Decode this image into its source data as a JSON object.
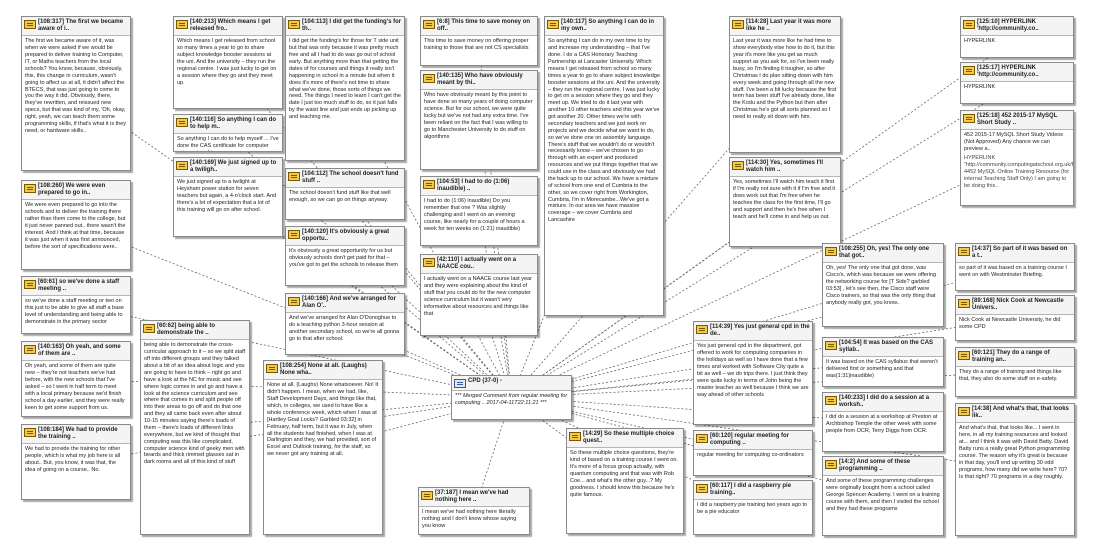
{
  "hub": {
    "title": "CPD (37-0) -",
    "body": "*** Merged Comment from regular meeting for computing .. 2017-04-11T22:11:21 ***"
  },
  "notes": [
    {
      "id": "n1",
      "title": "[108:317] The first we became aware of i..",
      "body": "The first we became aware of it, was when we were asked if we would be prepared to deliver training to Computer, IT, or Maths teachers from the local schools? You know, because, obviously, this, this change in curriculum, wasn't going to affect us at all, it didn't affect the BTECS, that was just going to come to you the way it did. Obviously, there, they've rewritten, and reissued new specs, but that was kind of my, 'Oh, okay, right, yeah, we can teach them some programming skills, if that's what it is they need, or hardware skills.."
    },
    {
      "id": "n2",
      "title": "[108:260] We were even prepared to go in..",
      "body": "We were even prepared to go into the schools and to deliver the training there rather than them come to the college, but it just never panned out.. there wasn't the interest. And I think at that time, because it was just when it was first announced, before the sort of specifications were.."
    },
    {
      "id": "n3",
      "title": "[60:61] so we've done a staff meeting ..",
      "body": "so we've done a staff meeting or two on this just to be able to give all staff a base level of understanding and being able to demonstrate in the primary sector"
    },
    {
      "id": "n4",
      "title": "[140:163] Oh yeah, and some of them are ..",
      "body": "Oh yeah, and some of them are quite new – they're not teachers we've had before, with the new schools that I've asked – so I went in half term to meet with a local primary because we'd finish school a day earlier, and they were really keen to get some support from us."
    },
    {
      "id": "n5",
      "title": "[108:184] We had to provide the training ..",
      "body": "We had to provide the training for other people, which is what my job here is all about.. But, you know, it was that, the idea of going on a course.. No."
    },
    {
      "id": "n6",
      "title": "[140:213] Which means I get released fro..",
      "body": "Which means I get released from school so many times a year to go to share subject knowledge booster sessions at the uni. And the university – they run the regional centre. I was just lucky to get on a session where they go and they meet up."
    },
    {
      "id": "n7",
      "title": "[140:116] So anything I can do to help m..",
      "body": "So anything I can do to help myself ... I've done the CAS certificate for computer science teaching."
    },
    {
      "id": "n8",
      "title": "[140:169] We just signed up to a twiligh..",
      "body": "We just signed up to a twilight at Heysham power station for seven teachers but again, a 4-o'clock start. And there's a lot of expectation that a lot of this training will go on after school."
    },
    {
      "id": "n9",
      "title": "[60:62] being able to demonstrate the ..",
      "body": "being able to demonstrate the cross-curricular approach to it – so we split staff off into different groups and they talked about a bit of an idea about logic and you are going to have to think – right go and have a look at the NC for music and see where logic comes in and go and have a look at the science curriculum and see where that comes in and split people off into their areas to go off and do that one and they all came back even after about 10-15 minutes saying there's loads of them – there's loads of different links everywhere, but we kind of thought that computing was this like complicated, computer science kind of geeky men with beards and thick rimmed glasses sat in dark rooms and all of this kind of stuff"
    },
    {
      "id": "n10",
      "title": "[104:113] I did get the funding's for th..",
      "body": "I did get the funding's for those for T side unit but that was only because it was pretty much free and all I had to do was go out of school early. But anything more than that getting the dates of for courses and things it really isn't happening in school in a minute but when it does it's more of there's not time to share what we've done, those sorts of things we need. The things I need to learn I can't get the date I just too much stuff to do, so it just falls by the waist line and just ends up picking up and teaching me."
    },
    {
      "id": "n11",
      "title": "[104:112] The school doesn't fund stuff ..",
      "body": "The school doesn't fund stuff like that well enough, so we can go on things anyway."
    },
    {
      "id": "n12",
      "title": "[140:120] It's obviously a great opportu..",
      "body": "It's obviously a great opportunity for us but obviously schools don't get paid for that – you've got to get the schools to release them"
    },
    {
      "id": "n13",
      "title": "[140:166] And we've arranged for Alan O'..",
      "body": "And we've arranged for Alan O'Donoghue to do a teaching python 3-hour session at another secondary school, so we're all gonna go to that after school."
    },
    {
      "id": "n14",
      "title": "[108:254] None at all. (Laughs) None wha..",
      "body": "None at all. (Laughs) None whatsoever. No! It didn't happen. I mean, when we had, like, Staff Development Days, and things like that, which, in colleges, we used to have like a whole conference week, which when I was at [Hartley Goal Locks? Garbled 03:32] in February, half term, but it was in July, when all the students had finished, when I was at Darlington and they, we had provided, sort of Excel and Outlook training, for the staff, so we never got any training at all."
    },
    {
      "id": "n15",
      "title": "[6:8] This time to save money on off..",
      "body": "This time to save money on offering proper training to those that are not CS specialists"
    },
    {
      "id": "n16",
      "title": "[140:135] Who have obviously meant by thi..",
      "body": "Who have obviously meant by this point to have done so many years of doing computer science. But for our school, we were quite lucky but we've not had any extra time. I've been reliant on the fact that I was willing to go to Manchester University to do stuff on algorithms"
    },
    {
      "id": "n17",
      "title": "[104:53] I had to do (1:06) inaudible) ..",
      "body": "I had to do (1:06) inaudible) Do you remember that one ? Was slightly challenging and I went on an evening course, like nearly for a couple of hours a week for ten weeks on (1:21) inaudible)"
    },
    {
      "id": "n18",
      "title": "[42:110] I actually went on a NAACE cou..",
      "body": "I actually went on a NAACE course last year and they were explaining about the kind of stuff that you could do for the new computer science curriculum but it wasn't very informative about resources and things like that"
    },
    {
      "id": "n19",
      "title": "[37:187] I mean we've had nothing here ..",
      "body": "I mean we've had nothing here literally nothing and I don't know whose saying you know"
    },
    {
      "id": "n20",
      "title": "[140:117] So anything I can do in my own..",
      "body": "So anything I can do in my own time to try and increase my understanding – that I've done. I do a CAS Honorary Teaching Partnership at Lancaster University. Which means I get released from school so many times a year to go to share subject knowledge booster sessions at the uni. And the university – they run the regional centre. I was just lucky to get on a session where they go and they meet up. We tried to do it last year with another 10 other teachers and this year we've got another 20. Other times we're with secondary teachers and we just work on projects and we decide what we want to do, so we've done one on assembly language. There's stuff that we wouldn't do or wouldn't necessarily know – we've chosen to go through with an expert and produced resources and we put things together that we could use in the class and obviously we had the back up to our school. We have a mixture of school from one end of Cumbria to the other, so we cover right from Workington, Cumbria, I'm in Morecambe...We've got a mixture. In our area we have massive coverage – we cover Cumbria and Lancashire"
    },
    {
      "id": "n21",
      "title": "[114:39] Yes just general cpd in the de..",
      "body": "Yes just general cpd in the department, got offered to work for computing companies in the holidays as well so I have done that a few times and worked with Software City quite a bit as well – we do trips there. I just think they were quite lucky in terms of John being the master teacher as well because I think we are way ahead of other schools"
    },
    {
      "id": "n22",
      "title": "[14:29] So these multiple choice quest..",
      "body": "So these multiple choice questions, they're kind of based on a training course I went on. It's more of a focus group actually, with quantum computing and that was with Rob Coe... and what's the other guy...? My goodness. I should know this because he's quite famous."
    },
    {
      "id": "n23",
      "title": "[60:120] regular meeting for computing ..",
      "body": "regular meeting for computing co-ordinators"
    },
    {
      "id": "n24",
      "title": "[60:117] I did a raspberry pie training..",
      "body": "I did a raspberry pie training two years ago to be a pie educator"
    },
    {
      "id": "n25",
      "title": "[114:28] Last year it was more like he ..",
      "body": "Last year it was more like he had time to show everybody else how to do it, but this year it's more like you get as much support as you ask for, so I've been really busy, so I'm finding it tougher, so after Christmas I do plan sitting down with him every week and going through all the new stuff. I've been a bit lucky because the first term has been stuff I've already done, like the Kodu and the Python but then after Christmas he's got all sorts planned so I need to really sit down with him."
    },
    {
      "id": "n26",
      "title": "[114:30] Yes, sometimes I'll watch him ..",
      "body": "Yes, sometimes I'll watch him teach it first if I'm really not sure with it if I'm free and it does work out that I'm free when he teaches the class for the first time, I'll go and support and then he's free when I teach and he'll come in and help us out."
    },
    {
      "id": "n27",
      "title": "[125:10] HYPERLINK 'http://community.co..",
      "body": "HYPERLINK"
    },
    {
      "id": "n28",
      "title": "[125:17] HYPERLINK 'http://community.co..",
      "body": "HYPERLINK"
    },
    {
      "id": "n29",
      "title": "[125:18] 452 2015-17 MySQL Short Study ..",
      "body": "452 2015-17 MySQL Short Study Videos (Not Approved) Any chance we can preview a..",
      "extra": "HYPERLINK \"http://community.computingatschool.org.uk/forums/202/topics/5432/posts/86683\" 4452 MySQL Online Training Resource (for internal Teaching Staff Only) I am going to be doing this.."
    },
    {
      "id": "n30",
      "title": "[108:255] Oh, yes! The only one that got..",
      "body": "Oh, yes! The only one that got done, was Cisco's, which was because we were offering the networking course for [T Side? garbled 03:53] , let's see then, the Cisco staff were Cisco trainers, so that was the only thing that anybody really got, you know.."
    },
    {
      "id": "n31",
      "title": "[14:37] So part of it was based on a t..",
      "body": "so part of it was based on a training course I went on with Westminster Briefing."
    },
    {
      "id": "n32",
      "title": "[89:168] Nick Cook at Newcastle Univers..",
      "body": "Nick Cook at Newcastle University, he did some CPD"
    },
    {
      "id": "n33",
      "title": "[104:54] It was based on the CAS syllab..",
      "body": "It was based on the CAS syllabus that weren't delivered first or something and that was(1:31)inaudible)"
    },
    {
      "id": "n34",
      "title": "[60:121] They do a range of training an..",
      "body": "They do a range of training and things like that, they also do some stuff on e-safety."
    },
    {
      "id": "n35",
      "title": "[140:233] I did do a session at a worksh..",
      "body": "I did do a session at a workshop at Preston at Archbishop Temple the other week with some people from OCR, Terry Diggs from OCR."
    },
    {
      "id": "n36",
      "title": "[14:38] And what's that, that looks lik..",
      "body": "And what's that, that looks like... I went in here, in all my training resources and looked at... and I think it was with David Batty. David Batty runs a really great Python programming course. The reason why it's great is because in that day, you'll end up writing 30 odd programs, how many did we write here? 70? Is that right? 70 programs in a day roughly."
    },
    {
      "id": "n37",
      "title": "[14:2] And some of these programming ..",
      "body": "And some of these programming challenges were originally bought from a school called George Spencer Academy. I went on a training course with them, and then I visited the school and they had these programs"
    }
  ]
}
